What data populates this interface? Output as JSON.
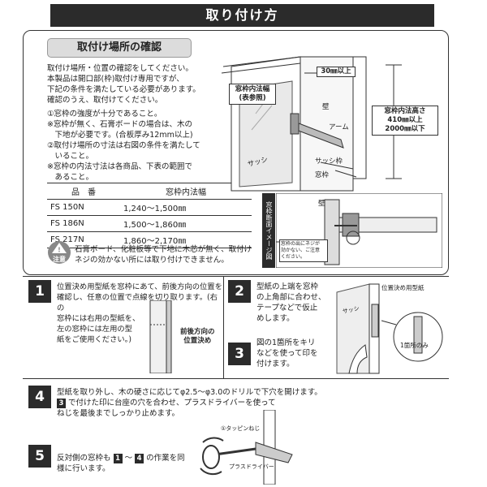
{
  "header": {
    "title": "取り付け方"
  },
  "location_check": {
    "section_title": "取付け場所の確認",
    "intro": [
      "取付け場所・位置の確認をしてください。",
      "本製品は開口部(枠)取付け専用ですが、",
      "下記の条件を満たしている必要があります。",
      "確認のうえ、取付けてください。"
    ],
    "conditions": [
      "①窓枠の強度が十分であること。",
      "※窓枠が無く、石膏ボードの場合は、木の",
      "　下地が必要です。(合板厚み12mm以上)",
      "②取付け場所の寸法は右図の条件を満たして",
      "　いること。",
      "※窓枠の内法寸法は各商品、下表の範囲で",
      "　あること。"
    ],
    "table_headers": [
      "品　番",
      "窓枠内法幅"
    ],
    "table_rows": [
      {
        "model": "FS 150N",
        "width": "1,240〜1,500㎜"
      },
      {
        "model": "FS 186N",
        "width": "1,500〜1,860㎜"
      },
      {
        "model": "FS 217N",
        "width": "1,860〜2,170㎜"
      }
    ],
    "caution_label": "注意",
    "caution_text": [
      "石膏ボード、化粧板等で下地に木芯が無く、取付け",
      "ネジの効かない所には取り付けできません。"
    ]
  },
  "diagram": {
    "width_label": [
      "窓枠内法幅",
      "(表参照)"
    ],
    "top_clearance": "30㎜以上",
    "height_label": [
      "窓枠内法高さ",
      "410㎜以上",
      "2000㎜以下"
    ],
    "arm_label": "アーム",
    "wall_label": "壁",
    "sash_label": "サッシ",
    "sash_frame_label": "サッシ枠",
    "window_frame_label": "窓枠",
    "cross_section_band": "窓枠断面イメージ図",
    "cross_section_wall": "壁",
    "cross_section_note": [
      "窓枠の出にネジが",
      "効かない、ご注意",
      "ください。"
    ]
  },
  "steps": [
    {
      "number": "1",
      "text": [
        "位置決め用型紙を窓枠にあて、前後方向の位置を",
        "確認し、任意の位置で点線を切り取ります。(右の",
        "窓枠には右用の型紙を、",
        "左の窓枠には左用の型",
        "紙をご使用ください。)"
      ],
      "callout": [
        "前後方向の",
        "位置決め"
      ]
    },
    {
      "number": "2",
      "text": [
        "型紙の上端を窓枠",
        "の上角部に合わせ、",
        "テープなどで仮止",
        "めします。"
      ],
      "callout_top": "位置決め用型紙",
      "callout_bottom": "1箇所のみ"
    },
    {
      "number": "3",
      "text": [
        "図の1箇所をキリ",
        "などを使って印を",
        "付けます。"
      ],
      "sash_label": "サッシ"
    },
    {
      "number": "4",
      "text_line1": "型紙を取り外し、木の硬さに応じてφ2.5〜φ3.0のドリルで下穴を開けます。",
      "text_line2_ref": "3",
      "text_line2": "で付けた印に台座の穴を合わせ、プラスドライバーを使って",
      "text_line3": "ねじを最後までしっかり止めます。",
      "callout_screw": "①タッピンねじ",
      "callout_driver": "プラスドライバー"
    },
    {
      "number": "5",
      "text_a": "反対側の窓枠も",
      "ref_from": "1",
      "tilde": "〜",
      "ref_to": "4",
      "text_b": "の作業を同",
      "text_c": "様に行います。"
    }
  ]
}
